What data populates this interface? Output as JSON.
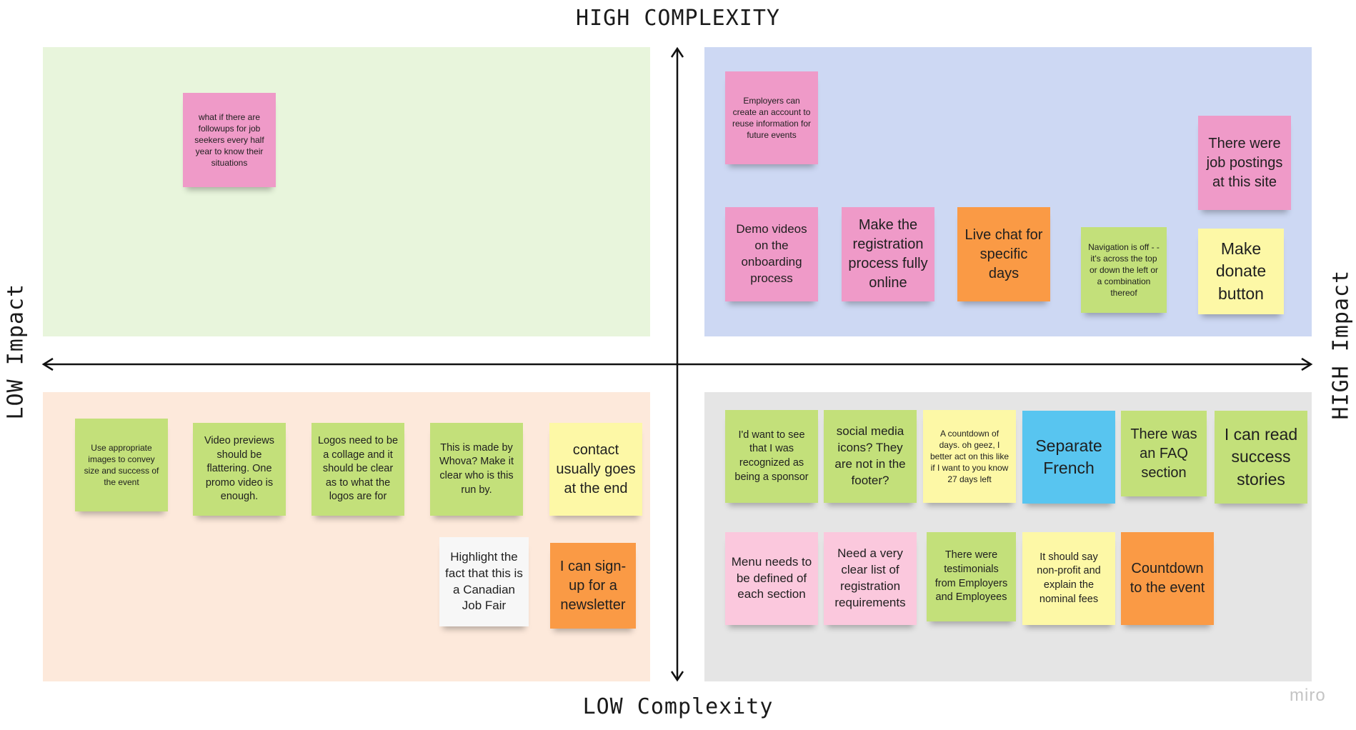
{
  "axes": {
    "top": "HIGH COMPLEXITY",
    "bottom": "LOW Complexity",
    "left": "LOW Impact",
    "right": "HIGH Impact"
  },
  "quadrants": {
    "top_left": "#e8f5dc",
    "top_right": "#cdd8f3",
    "bottom_left": "#fde9db",
    "bottom_right": "#e5e5e5"
  },
  "notes": {
    "tl1": "what if there are followups for job seekers every half year to know their situations",
    "tr1": "Employers can create an account to reuse information for future events",
    "tr2": "There were job postings at this site",
    "tr3": "Demo videos on the onboarding process",
    "tr4": "Make the registration process fully online",
    "tr5": "Live chat for specific days",
    "tr6": "Navigation is off - - it's across the top or down the left or a combination thereof",
    "tr7": "Make donate button",
    "bl1": "Use appropriate images to convey size and success of the event",
    "bl2": "Video previews should be flattering. One promo video is enough.",
    "bl3": "Logos need to be a collage and it should be clear as to what the logos are for",
    "bl4": "This is made by Whova? Make it clear who is this run by.",
    "bl5": "contact usually goes at the end",
    "bl6": "Highlight the fact that this is a Canadian Job Fair",
    "bl7": "I can sign-up for a newsletter",
    "br1": "I'd want to see that I was recognized as being a sponsor",
    "br2": "social media icons? They are not in the footer?",
    "br3": "A countdown of days. oh geez, I better act on this like if I want to you know 27 days left",
    "br4": "Separate French",
    "br5": "There was an FAQ section",
    "br6": "I can read success stories",
    "br7": "Menu needs to be defined of each section",
    "br8": "Need a very clear list of registration requirements",
    "br9": "There were testimonials from Employers and Employees",
    "br10": "It should say non-profit and explain the nominal fees",
    "br11": "Countdown to the event"
  },
  "watermark": "miro"
}
